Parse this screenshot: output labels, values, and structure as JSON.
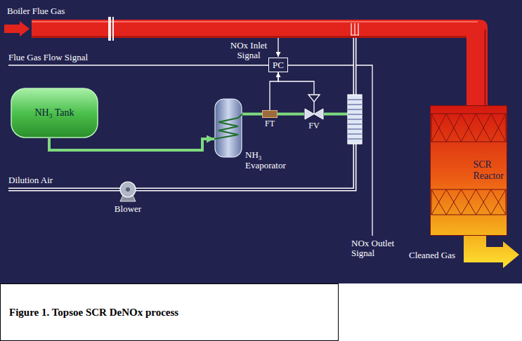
{
  "diagram": {
    "caption": "Figure 1. Topsoe SCR DeNOx process",
    "nodes": [
      {
        "text": [
          "PC"
        ]
      },
      {
        "text": [
          "NH₃ Tank"
        ]
      },
      {
        "text": [
          "NH₃ Evaporator"
        ]
      },
      {
        "text": [
          "FT"
        ]
      },
      {
        "text": [
          "FV"
        ]
      },
      {
        "text": [
          "SCR Reactor"
        ]
      },
      {
        "text": [
          "Blower"
        ]
      }
    ],
    "edges": [
      {
        "from": 3,
        "to": 0,
        "arrow": "to"
      },
      {
        "from": 0,
        "to": 4,
        "arrow": "none"
      },
      {
        "from": 1,
        "to": 2,
        "arrow": "to"
      },
      {
        "from": 2,
        "to": 3,
        "arrow": "none"
      },
      {
        "from": 3,
        "to": 4,
        "arrow": "none"
      }
    ],
    "labels": [
      "Boiler Flue Gas",
      "Flue Gas Flow Signal",
      "NOx Inlet Signal",
      "Dilution Air",
      "NOx Outlet Signal",
      "Cleaned Gas"
    ]
  }
}
